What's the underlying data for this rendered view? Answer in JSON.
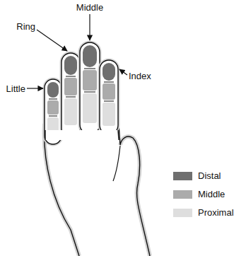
{
  "diagram": {
    "labels": [
      "Middle",
      "Ring",
      "Index",
      "Little"
    ],
    "legend": [
      {
        "text": "Distal",
        "color": "#6f6f6f"
      },
      {
        "text": "Middle",
        "color": "#ababab"
      },
      {
        "text": "Proximal",
        "color": "#dedede"
      }
    ]
  }
}
